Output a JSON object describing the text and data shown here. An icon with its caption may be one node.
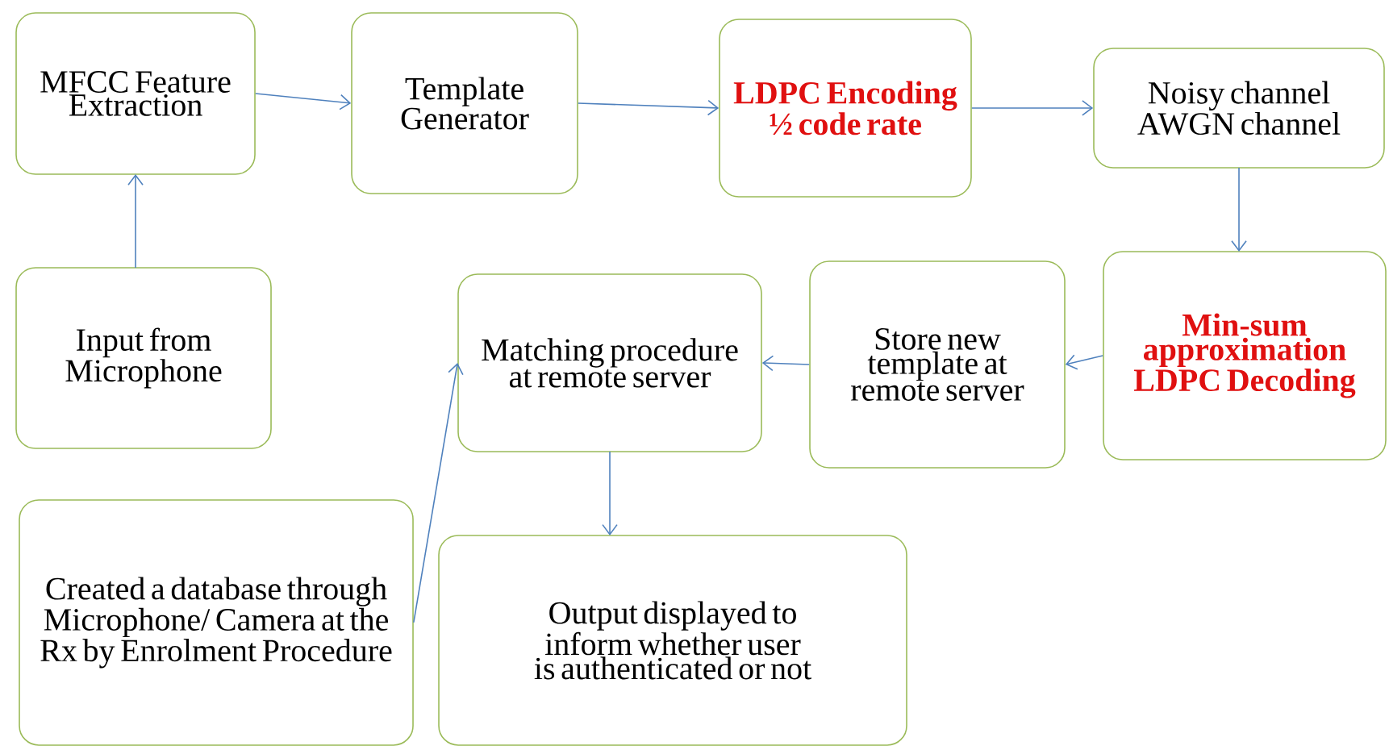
{
  "diagram": {
    "nodes": [
      {
        "text": [
          "MFCC Feature Extraction"
        ]
      },
      {
        "text": [
          "Template Generator"
        ]
      },
      {
        "text": [
          "LDPC Encoding ½ code rate"
        ]
      },
      {
        "text": [
          "Noisy channel AWGN channel"
        ]
      },
      {
        "text": [
          "Input from Microphone"
        ]
      },
      {
        "text": [
          "Matching procedure at remote server"
        ]
      },
      {
        "text": [
          "Store new template at remote server"
        ]
      },
      {
        "text": [
          "Min-sum approximation LDPC Decoding"
        ]
      },
      {
        "text": [
          "Created a database through Microphone/ Camera at the Rx by Enrolment Procedure"
        ]
      },
      {
        "text": [
          "Output displayed to inform whether user is authenticated or not"
        ]
      }
    ],
    "edges": [
      {
        "from": 4,
        "to": 0,
        "arrow": "to"
      },
      {
        "from": 0,
        "to": 1,
        "arrow": "to"
      },
      {
        "from": 1,
        "to": 2,
        "arrow": "to"
      },
      {
        "from": 2,
        "to": 3,
        "arrow": "to"
      },
      {
        "from": 3,
        "to": 7,
        "arrow": "to"
      },
      {
        "from": 7,
        "to": 6,
        "arrow": "to"
      },
      {
        "from": 6,
        "to": 5,
        "arrow": "to"
      },
      {
        "from": 8,
        "to": 5,
        "arrow": "to"
      },
      {
        "from": 5,
        "to": 9,
        "arrow": "to"
      }
    ]
  }
}
